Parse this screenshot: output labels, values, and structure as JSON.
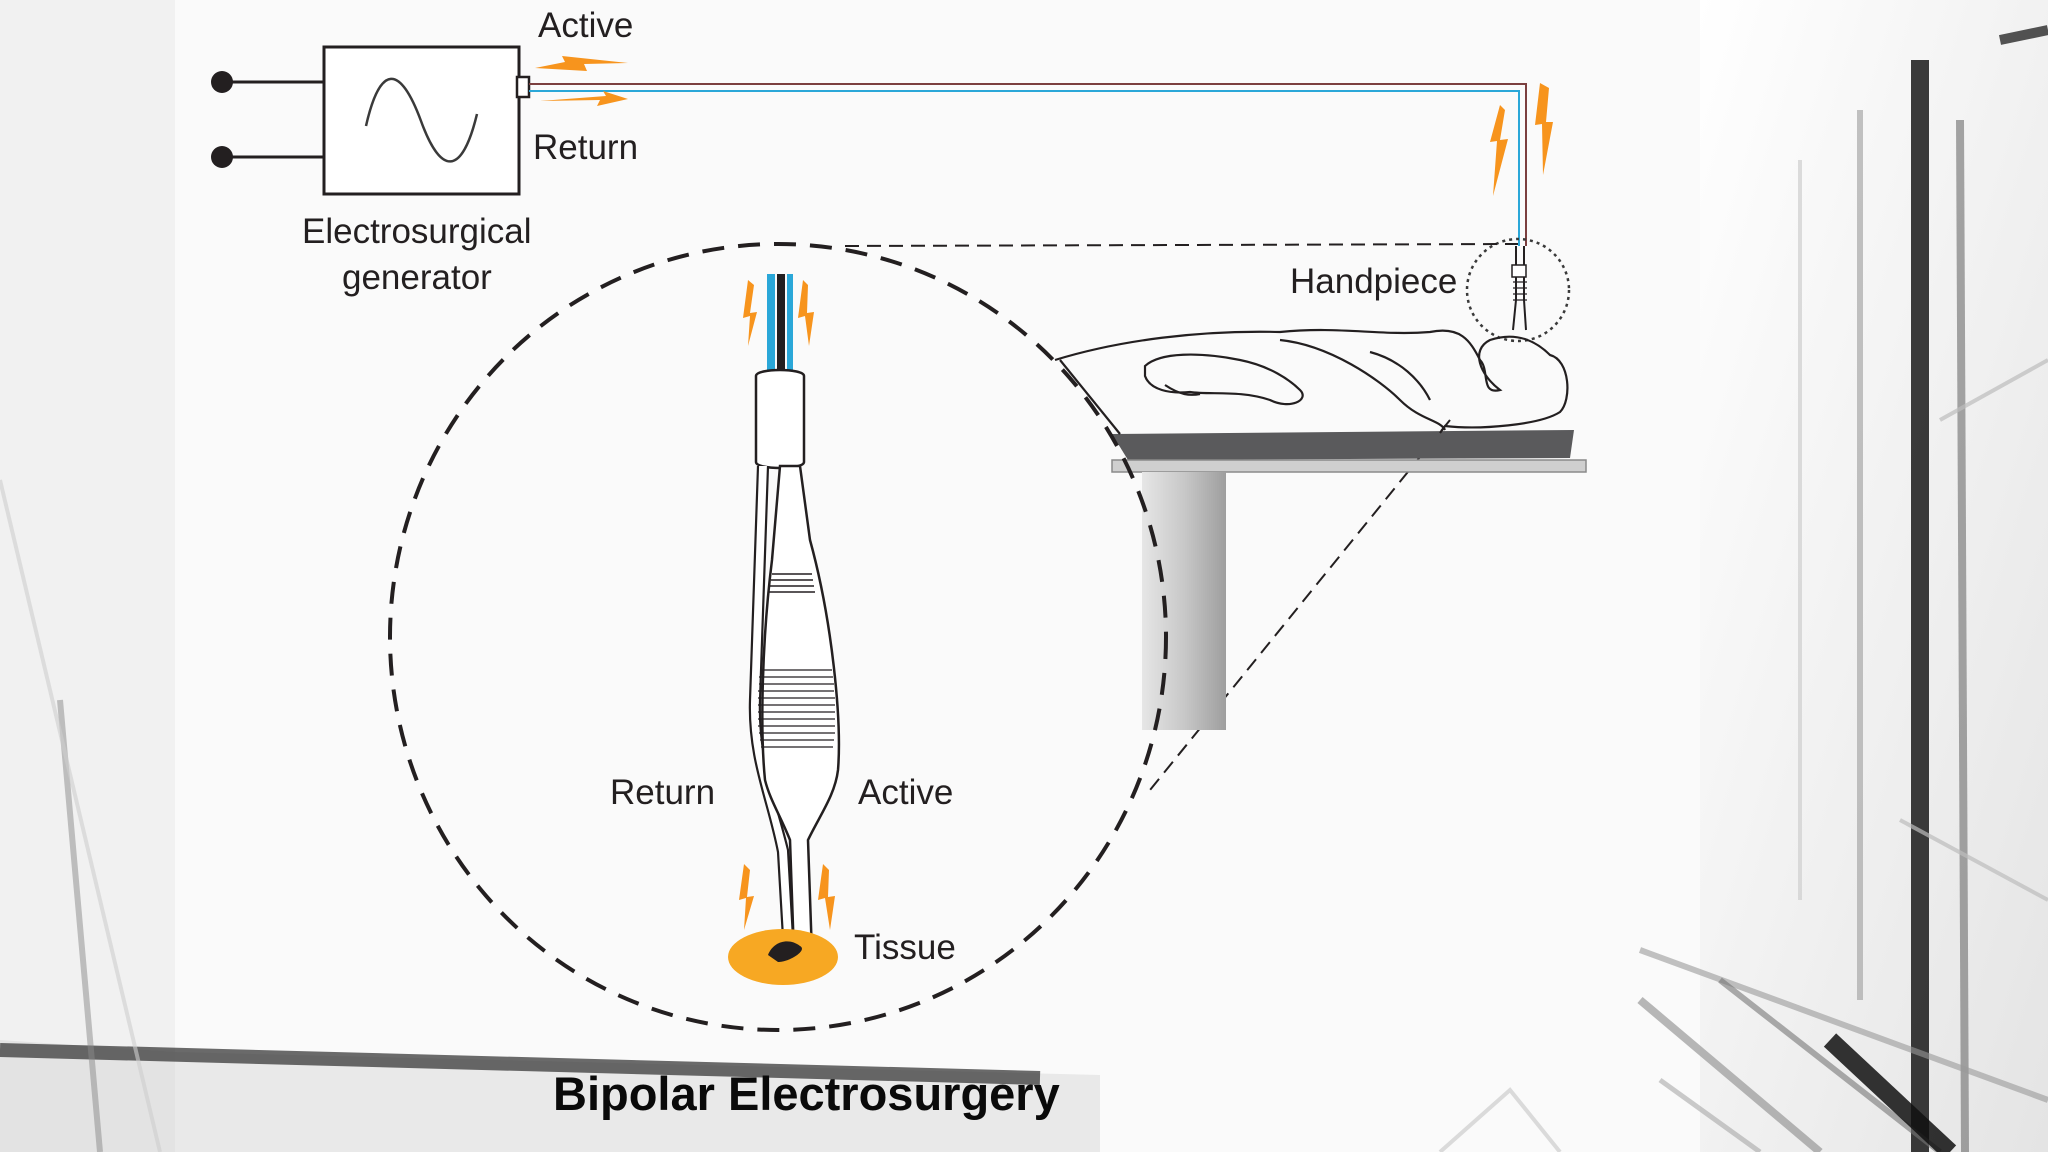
{
  "slide": {
    "title": "Bipolar Electrosurgery"
  },
  "diagram": {
    "generator": {
      "label_line1": "Electrosurgical",
      "label_line2": "generator",
      "waveform_icon": "sine-wave-icon"
    },
    "cable_labels": {
      "active": "Active",
      "return": "Return"
    },
    "handpiece_label": "Handpiece",
    "inset_labels": {
      "return": "Return",
      "active": "Active",
      "tissue": "Tissue"
    },
    "icons": [
      "lightning-bolt-icon",
      "forceps-icon",
      "patient-outline",
      "operating-table"
    ]
  },
  "colors": {
    "bolt": "#f7941d",
    "tissue": "#f7a823",
    "active_wire": "#2aa7d8",
    "return_wire": "#7b3f3f",
    "text": "#231f20",
    "table_top": "#5a5a5c",
    "table_leg": "#bdbdbd"
  }
}
